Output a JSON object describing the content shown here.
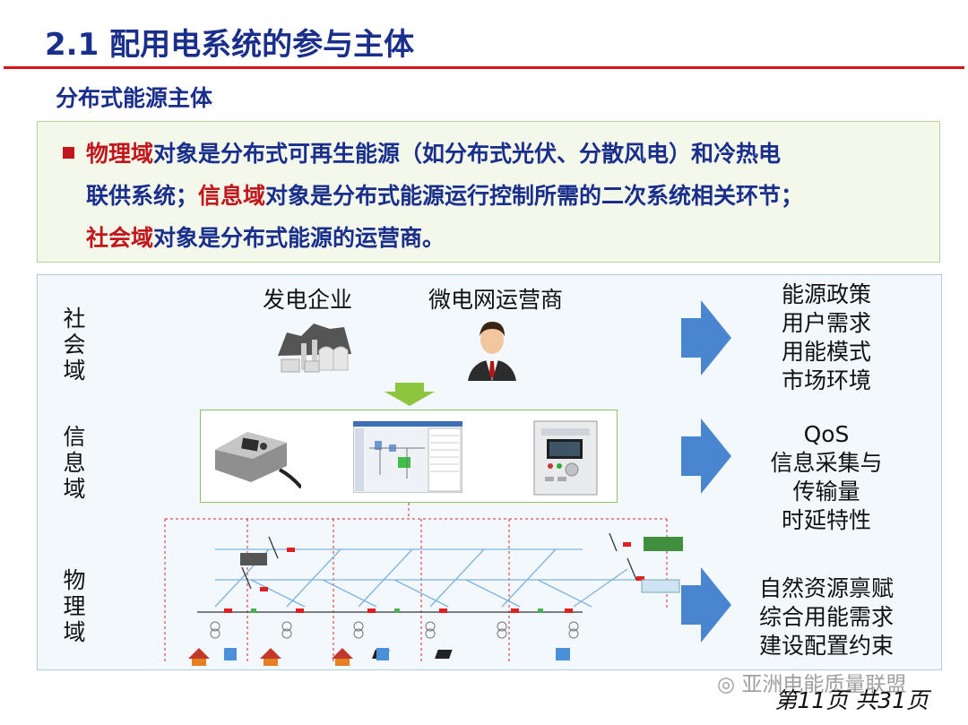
{
  "slide": {
    "title": "2.1 配用电系统的参与主体",
    "subtitle": "分布式能源主体"
  },
  "callout": {
    "line1": [
      {
        "text": "物理域",
        "hl": true
      },
      {
        "text": "对象是分布式可再生能源（如分布式光伏、分散风电）和冷热电",
        "hl": false
      }
    ],
    "line2": [
      {
        "text": "联供系统；",
        "hl": false
      },
      {
        "text": "信息域",
        "hl": true
      },
      {
        "text": "对象是分布式能源运行控制所需的二次系统相关环节；",
        "hl": false
      }
    ],
    "line3": [
      {
        "text": "社会域",
        "hl": true
      },
      {
        "text": "对象是分布式能源的运营商。",
        "hl": false
      }
    ]
  },
  "diagram": {
    "domains": {
      "social": "社会域",
      "info": "信息域",
      "physical": "物理域"
    },
    "entities": {
      "power_company": "发电企业",
      "microgrid_operator": "微电网运营商"
    },
    "social_attrs": [
      "能源政策",
      "用户需求",
      "用能模式",
      "市场环境"
    ],
    "info_attrs": [
      "QoS",
      "信息采集与",
      "传输量",
      "时延特性"
    ],
    "physical_attrs": [
      "自然资源禀赋",
      "综合用能需求",
      "建设配置约束"
    ],
    "colors": {
      "arrow": "#4a86cf",
      "down_arrow": "#8cc63f",
      "highlight": "#c0161c",
      "title": "#1a2f8c"
    },
    "icons": [
      "factory-icon",
      "businessman-icon",
      "sensor-device-icon",
      "scada-screen-icon",
      "protection-relay-icon"
    ]
  },
  "footer": {
    "page": "第11页 共31页",
    "watermark": "亚洲电能质量联盟"
  }
}
